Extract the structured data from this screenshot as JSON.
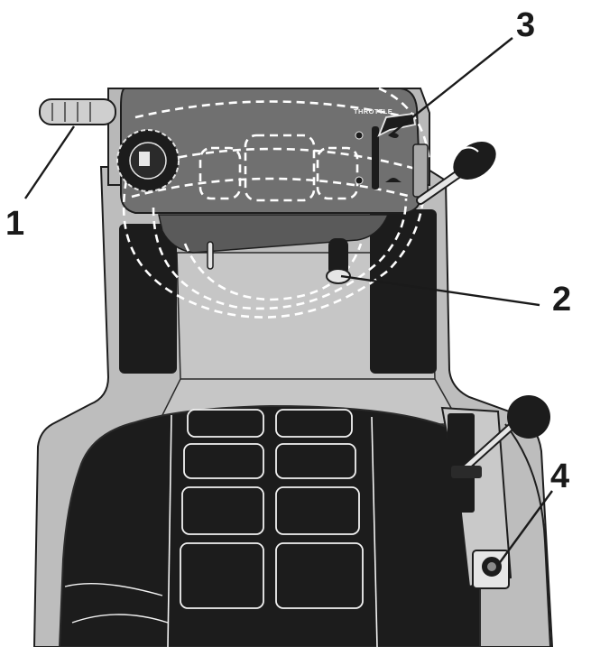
{
  "diagram": {
    "panel_label": "THROTTLE",
    "callouts": [
      {
        "id": "1",
        "label": "1"
      },
      {
        "id": "2",
        "label": "2"
      },
      {
        "id": "3",
        "label": "3"
      },
      {
        "id": "4",
        "label": "4"
      }
    ]
  },
  "colors": {
    "body_gray": "#bdbdbd",
    "body_outline": "#1e1e1e",
    "console_dark": "#6e6e6e",
    "seat_black": "#1c1c1c",
    "dash_lines": "#ffffff"
  }
}
